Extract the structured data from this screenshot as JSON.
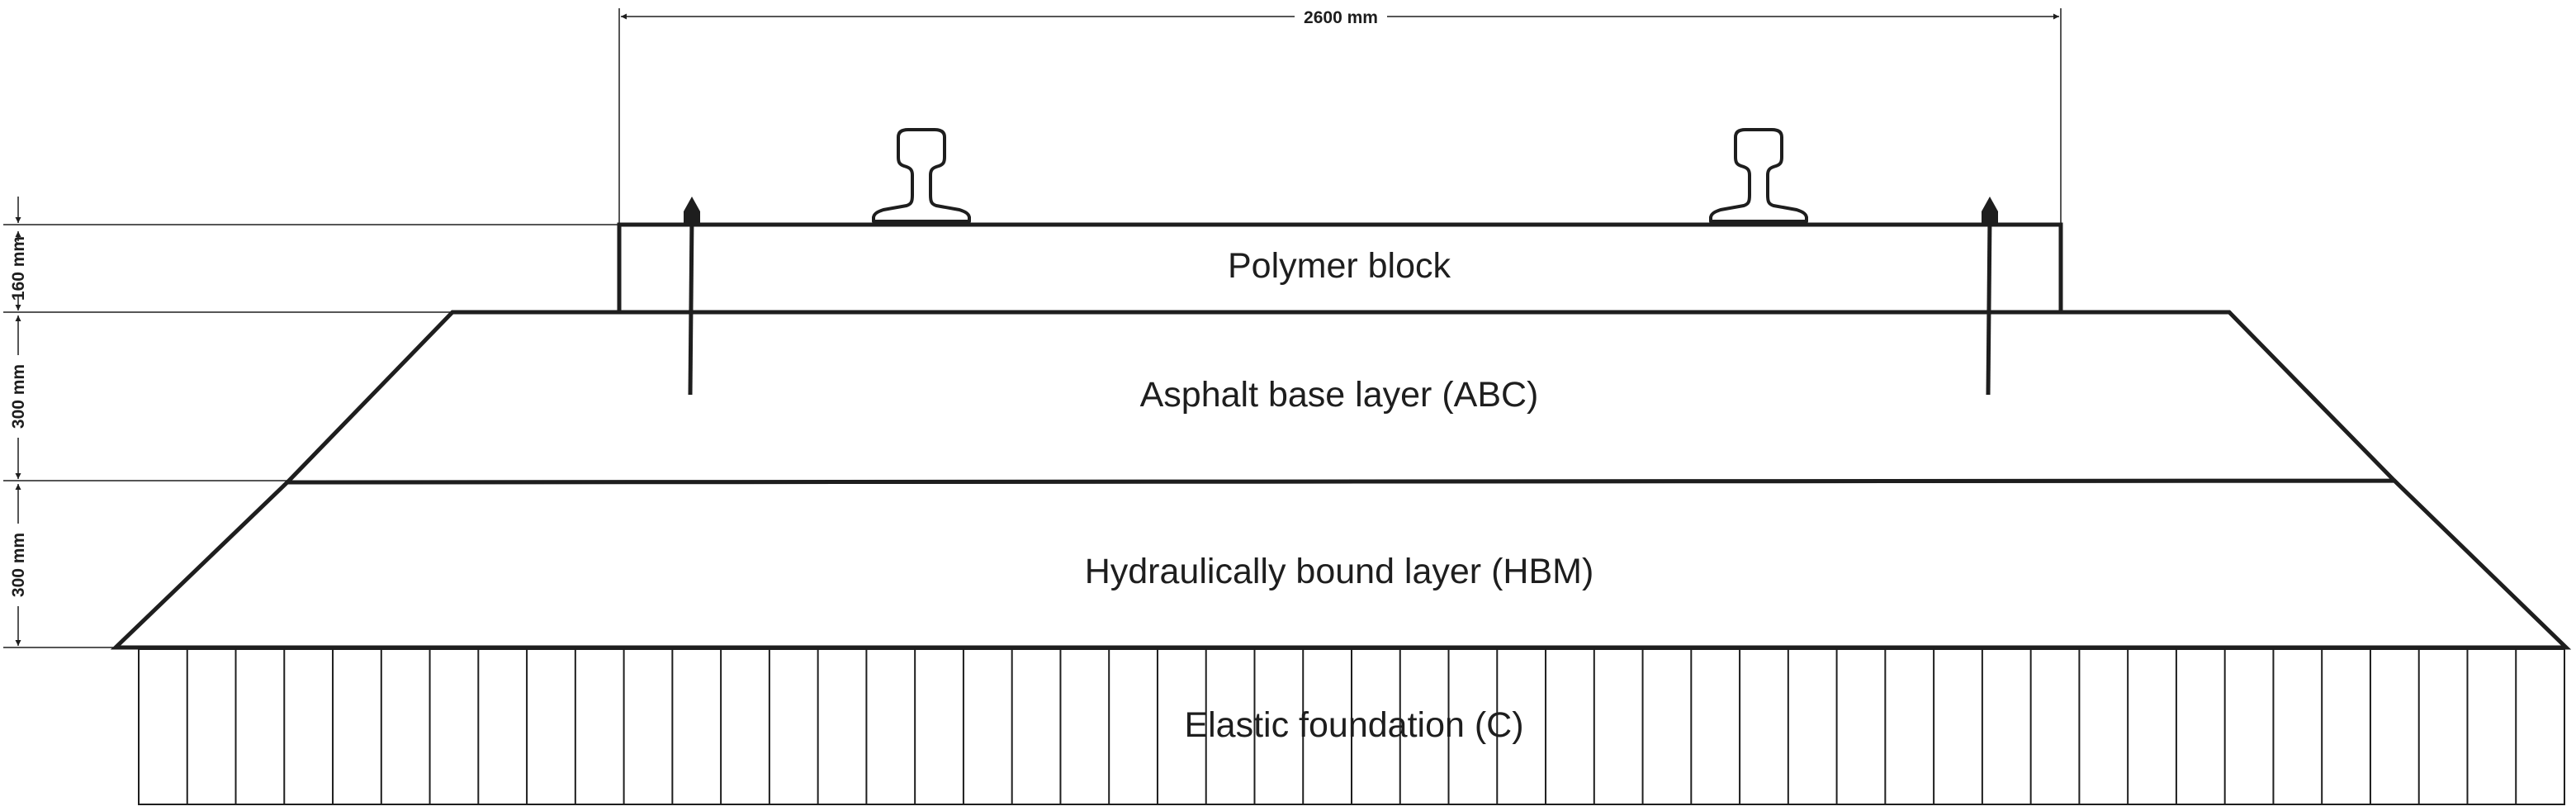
{
  "dimensions": {
    "track_width": "2600 mm",
    "polymer_block_thickness": "160 mm",
    "asphalt_thickness": "300 mm",
    "hbm_thickness": "300 mm"
  },
  "layers": {
    "polymer_block": "Polymer block",
    "asphalt": "Asphalt base layer (ABC)",
    "hbm": "Hydraulically bound layer (HBM)",
    "foundation": "Elastic foundation (C)"
  },
  "foundation_spring_count": 50,
  "colors": {
    "line": "#1e1e1e",
    "background": "#ffffff"
  }
}
